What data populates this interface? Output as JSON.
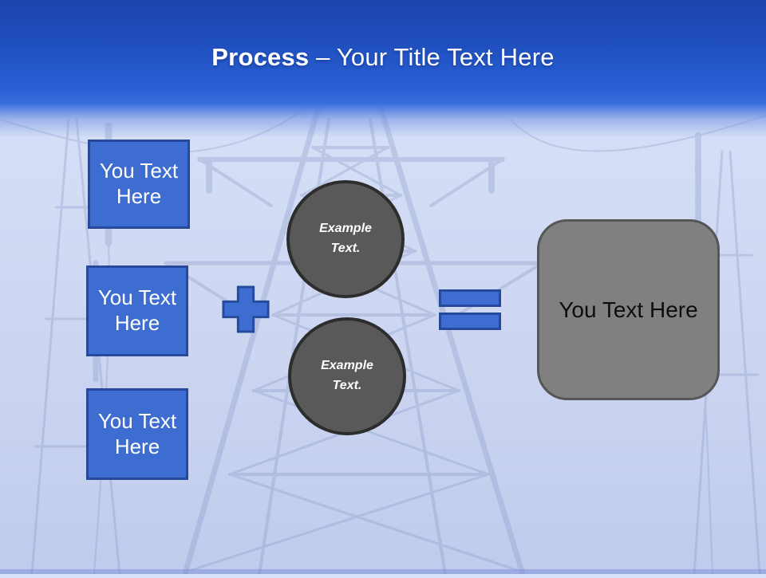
{
  "title": {
    "bold": "Process",
    "rest": "– Your Title Text Here"
  },
  "steps": [
    {
      "label": "You Text Here"
    },
    {
      "label": "You Text Here"
    },
    {
      "label": "You Text Here"
    }
  ],
  "operators": {
    "plus_icon": "plus-icon",
    "equals_icon": "equals-icon"
  },
  "circles": [
    {
      "label": "Example Text."
    },
    {
      "label": "Example Text."
    }
  ],
  "result": {
    "label": "You Text Here"
  },
  "background": {
    "image_subject": "electricity transmission tower seen from below, faded"
  },
  "colors": {
    "header_blue_top": "#1B43AC",
    "header_blue_bottom": "#3A6EDD",
    "accent_blue_fill": "#3E6DD2",
    "accent_blue_border": "#27499C",
    "circle_gray_fill": "#595959",
    "circle_gray_border": "#2D2D2D",
    "result_gray_fill": "#808080",
    "result_gray_border": "#565656",
    "background_light_blue": "#CDD7F2"
  }
}
